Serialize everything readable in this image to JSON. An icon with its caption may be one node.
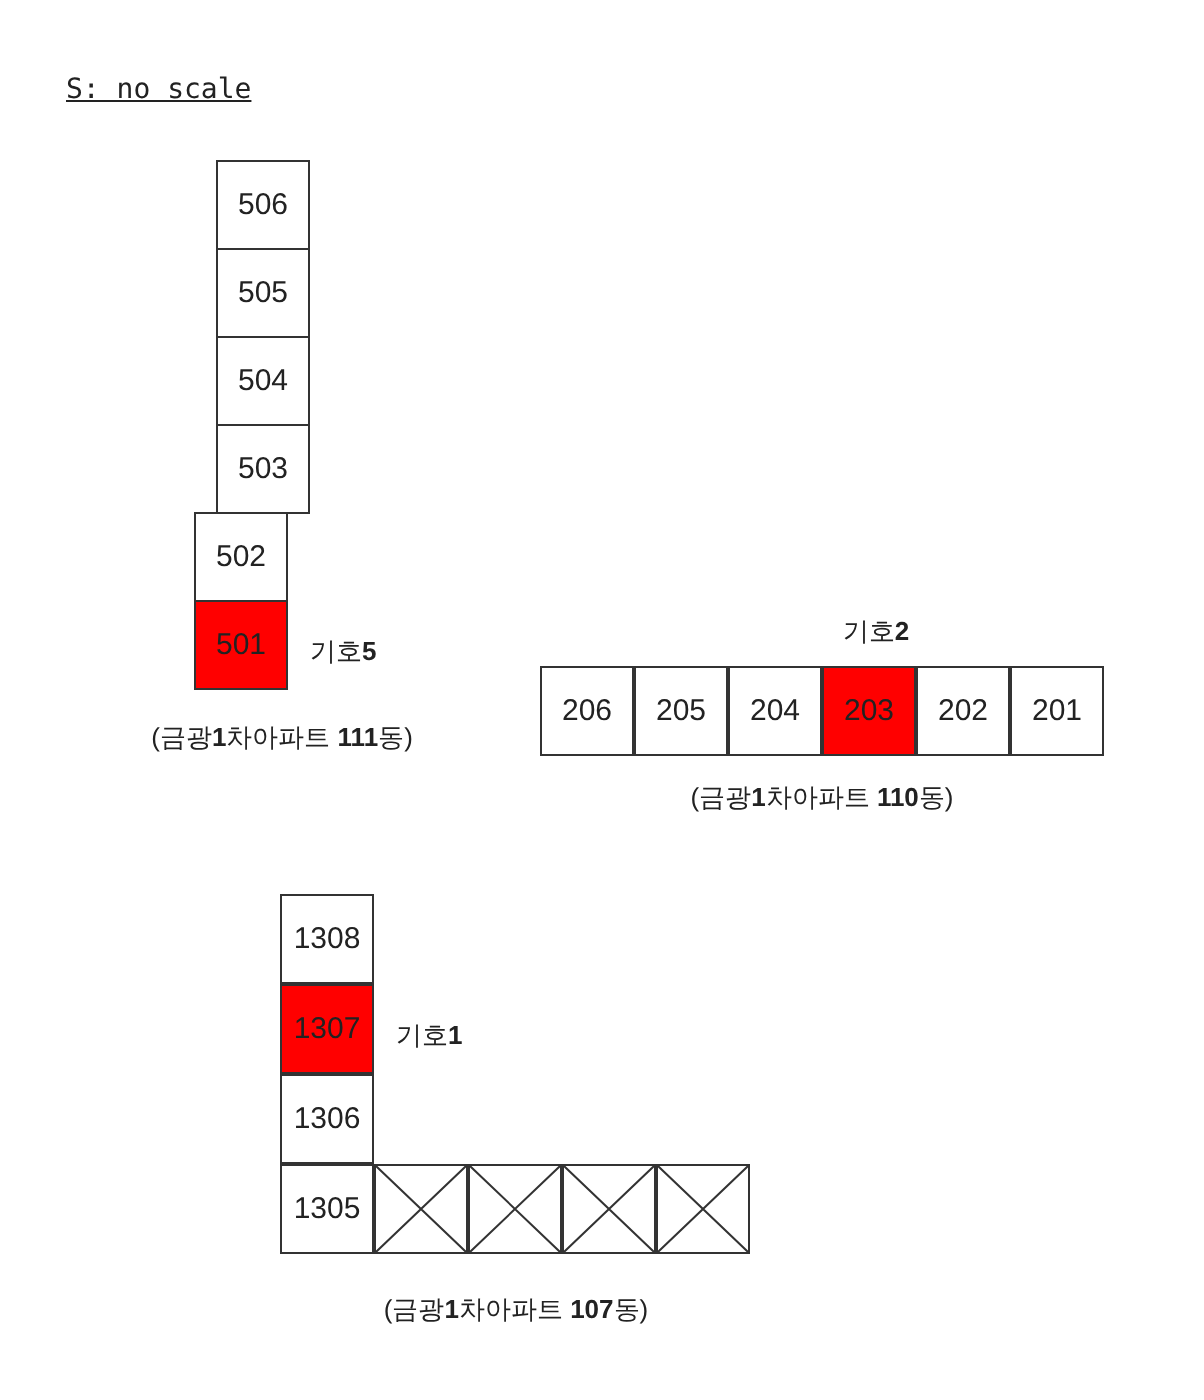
{
  "diagram": {
    "nodes": [
      {
        "text": [
          "506"
        ]
      },
      {
        "text": [
          "505"
        ]
      },
      {
        "text": [
          "504"
        ]
      },
      {
        "text": [
          "503"
        ]
      },
      {
        "text": [
          "502"
        ]
      },
      {
        "text": [
          "501"
        ],
        "beside": [
          "기호**5**"
        ]
      },
      {
        "text": [
          "206"
        ]
      },
      {
        "text": [
          "205"
        ]
      },
      {
        "text": [
          "204"
        ]
      },
      {
        "text": [
          "203"
        ],
        "beside": [
          "기호**2**"
        ]
      },
      {
        "text": [
          "202"
        ]
      },
      {
        "text": [
          "201"
        ]
      },
      {
        "text": [
          "1308"
        ]
      },
      {
        "text": [
          "1307"
        ],
        "beside": [
          "기호**1**"
        ]
      },
      {
        "text": [
          "1306"
        ]
      },
      {
        "text": [
          "1305"
        ]
      },
      {
        "text": [],
        "shape": "box"
      },
      {
        "text": [],
        "shape": "box"
      },
      {
        "text": [],
        "shape": "box"
      },
      {
        "text": [],
        "shape": "box"
      }
    ],
    "labels": [
      "S: no scale",
      "(금광**1**차아파트 **111**동)",
      "(금광**1**차아파트 **110**동)",
      "(금광**1**차아파트 **107**동)"
    ]
  }
}
